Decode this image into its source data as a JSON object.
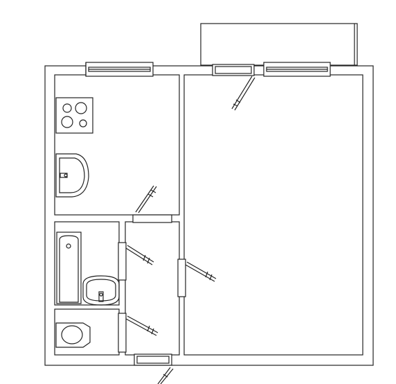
{
  "diagram": {
    "type": "floor-plan",
    "colors": {
      "background": "#ffffff",
      "line": "#222222",
      "fill": "#ffffff"
    },
    "rooms": [
      "kitchen",
      "living-room",
      "bathroom",
      "toilet",
      "hallway",
      "balcony"
    ],
    "fixtures": [
      "stove",
      "kitchen-sink",
      "bathtub",
      "bathroom-sink",
      "toilet-bowl"
    ],
    "windows": 3,
    "doors": 6
  }
}
